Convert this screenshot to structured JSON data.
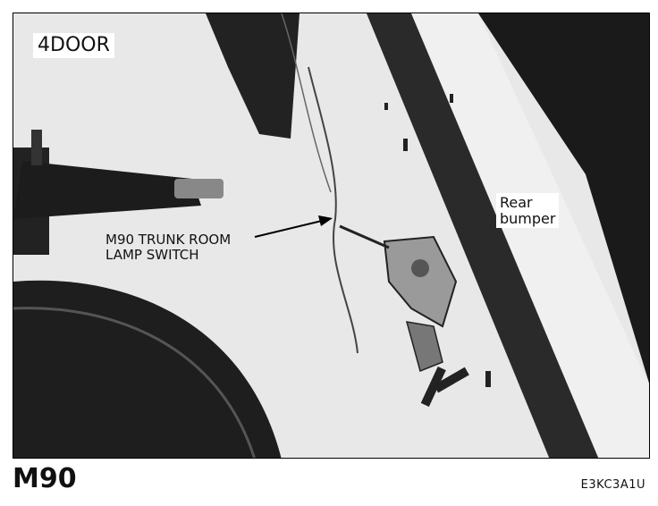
{
  "photo": {
    "badge": "4DOOR",
    "callouts": {
      "switch_line1": "M90 TRUNK ROOM",
      "switch_line2": "LAMP SWITCH",
      "bumper_line1": "Rear",
      "bumper_line2": "bumper"
    }
  },
  "caption": {
    "model": "M90",
    "figure_code": "E3KC3A1U"
  }
}
